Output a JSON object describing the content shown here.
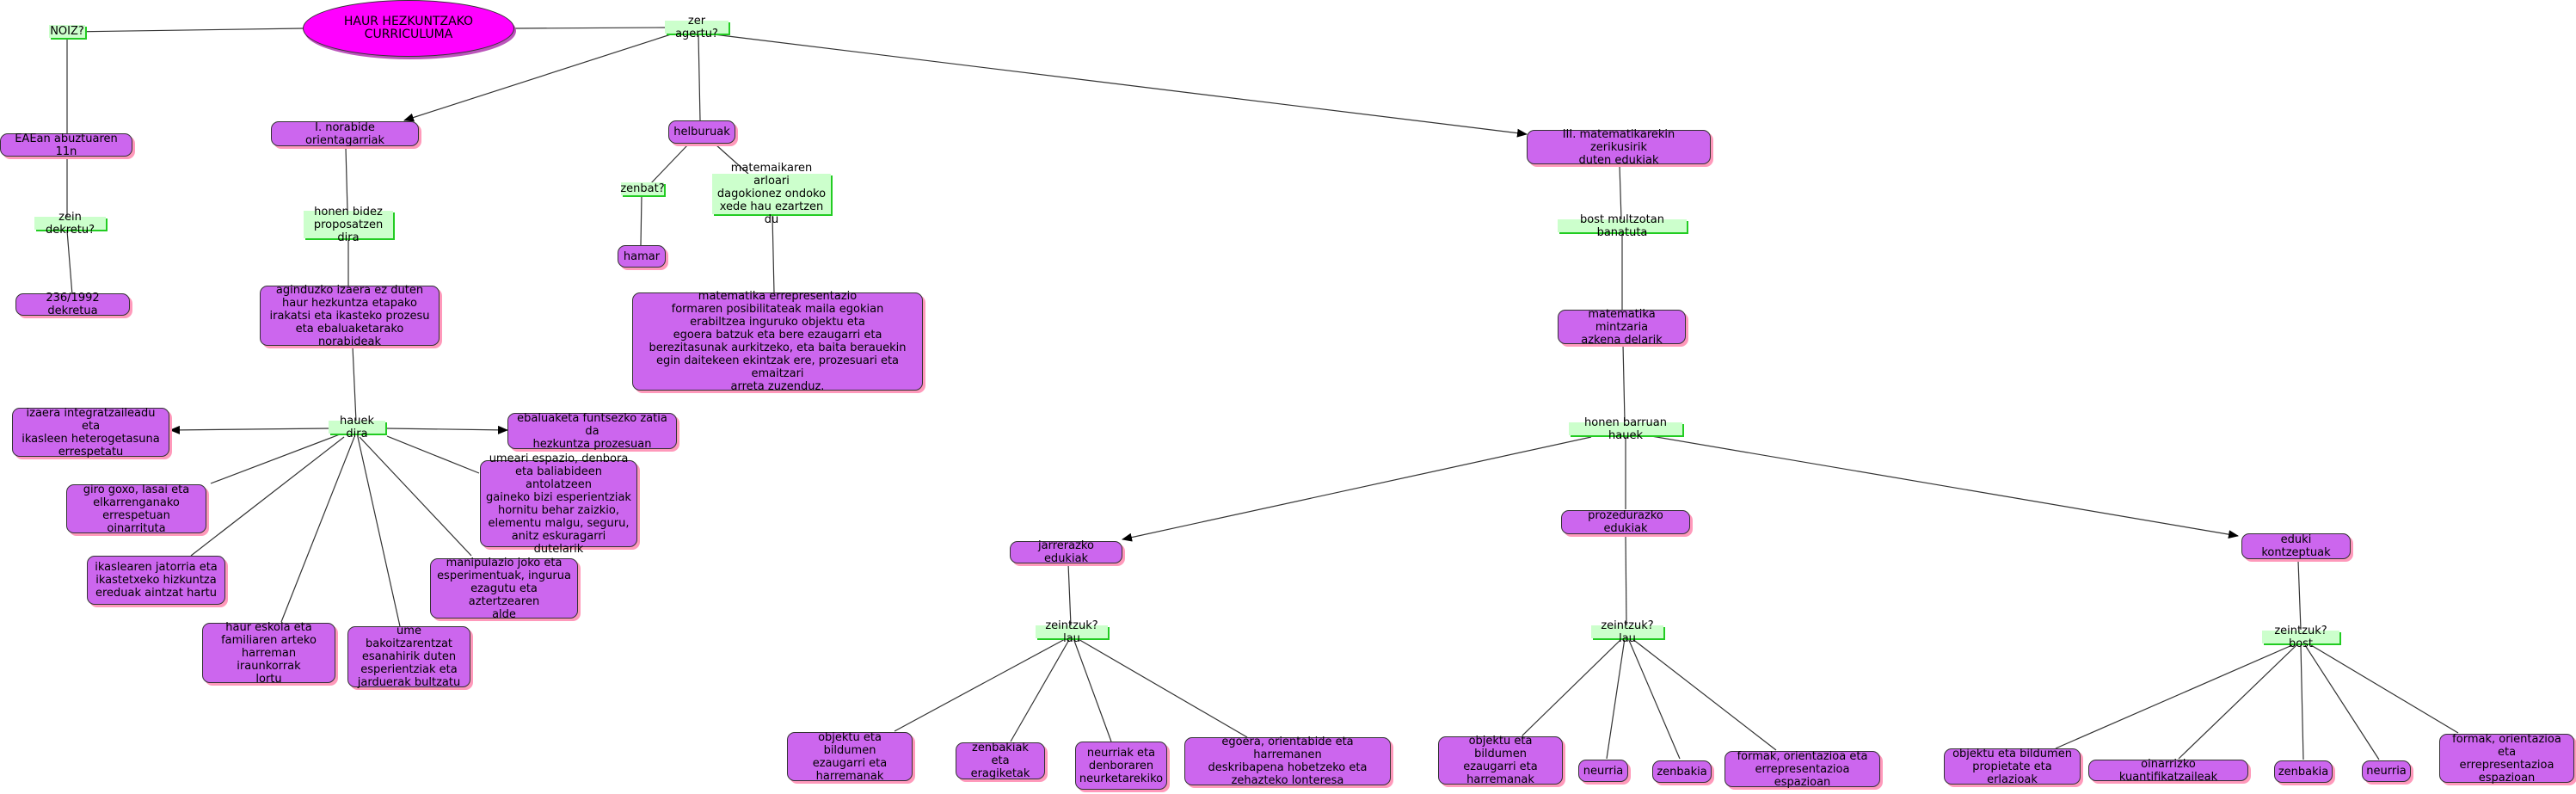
{
  "root": "HAUR HEZKUNTZAKO CURRICULUMA",
  "links": {
    "noiz": "NOIZ?",
    "zer_agertu": "zer agertu?",
    "zein_dekretu": "zein dekretu?",
    "honen_bidez": "honen bidez\nproposatzen dira",
    "zenbat": "zenbat?",
    "matematikaren_arloari": "matemaikaren arloari\ndagokionez ondoko\nxede hau ezartzen du",
    "hauek_dira": "hauek dira",
    "bost_multzotan": "bost multzotan banatuta",
    "honen_barruan": "honen barruan hauek",
    "zeintzuk_lau_1": "zeintzuk? lau",
    "zeintzuk_lau_2": "zeintzuk? lau",
    "zeintzuk_bost": "zeintzuk? bost"
  },
  "concepts": {
    "eaean": "EAEan abuztuaren 11n",
    "dekretua": "236/1992 dekretua",
    "norabide": "I. norabide orientagarriak",
    "helburuak": "helburuak",
    "hamar": "hamar",
    "matematika_zerikusi": "III. matematikarekin zerikusirik\nduten edukiak",
    "aginduzko": "aginduzko izaera ez duten\nhaur hezkuntza etapako\nirakatsi eta ikasteko prozesu\neta ebaluaketarako norabideak",
    "errepresentazio": "matematika errepresentazio\nformaren posibilitateak maila egokian\nerabiltzea inguruko objektu eta\negoera batzuk eta bere ezaugarri eta\nberezitasunak aurkitzeko, eta baita berauekin\negin daitekeen ekintzak ere, prozesuari eta emaitzari\narreta zuzenduz.",
    "mintzaria": "matematika mintzaria\nazkena delarik",
    "izaera": "izaera integratzaileadu eta\nikasleen heterogetasuna\nerrespetatu",
    "ebaluaketa": "ebaluaketa funtsezko zatia da\nhezkuntza prozesuan",
    "giro_goxo": "giro goxo, lasai eta\nelkarrenganako\nerrespetuan oinarrituta",
    "umeari_espazio": "umeari espazio, denbora\neta baliabideen antolatzeen\ngaineko bizi esperientziak\nhornitu behar zaizkio,\nelementu malgu, seguru,\nanitz eskuragarri dutelarik",
    "ikaslearen": "ikaslearen jatorria eta\nikastetxeko hizkuntza\nereduak aintzat hartu",
    "manipulazio": "manipulazio joko eta\nesperimentuak, ingurua\nezagutu eta aztertzearen\nalde",
    "haur_eskola": "haur eskola eta\nfamiliaren arteko\nharreman iraunkorrak\nlortu",
    "ume_bakoitza": "ume bakoitzarentzat\nesanahirik duten\nesperientziak eta\njarduerak bultzatu",
    "jarrerazko": "jarrerazko edukiak",
    "prozedurazko": "prozedurazko edukiak",
    "kontzeptuak": "eduki kontzeptuak",
    "j_objektu": "objektu eta bildumen\nezaugarri eta\nharremanak",
    "j_zenbakiak": "zenbakiak eta\neragiketak",
    "j_neurriak": "neurriak eta\ndenboraren\nneurketarekiko",
    "j_egoera": "egoera, orientabide eta harremanen\ndeskribapena hobetzeko eta\nzehazteko lonteresa",
    "p_objektu": "objektu eta bildumen\nezaugarri eta\nharremanak",
    "p_neurria": "neurria",
    "p_zenbakia": "zenbakia",
    "p_formak": "formak, orientazioa eta\nerrepresentazioa espazioan",
    "k_objektu": "objektu eta bildumen\npropietate eta erlazioak",
    "k_oinarrizko": "oinarrizko kuantifikatzaileak",
    "k_zenbakia": "zenbakia",
    "k_neurria": "neurria",
    "k_formak": "formak, orientazioa eta\nerrepresentazioa\nespazioan"
  },
  "colors": {
    "concept_fill": "#cc66ee",
    "root_fill": "#ff00ff",
    "link_fill": "#ccffcc",
    "link_shadow": "#22cc22",
    "line": "#333333"
  }
}
